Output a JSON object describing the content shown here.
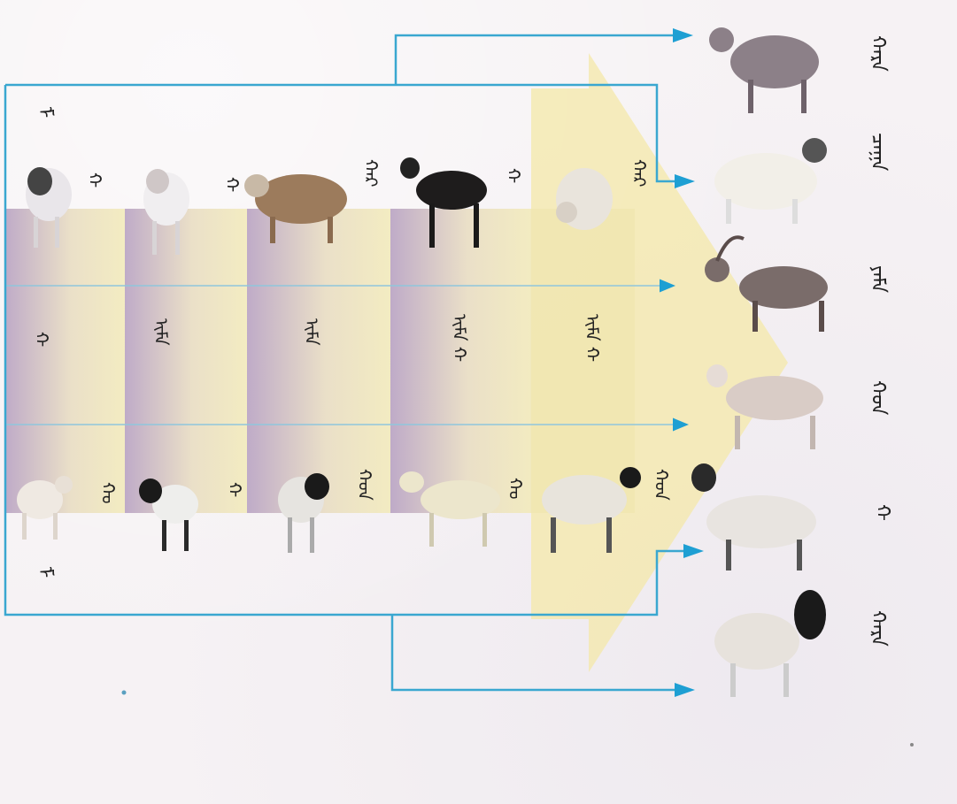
{
  "diagram": {
    "colors": {
      "line": "#3aa7d0",
      "arrow": "#1e9fd3",
      "big_arrow": "#f4e8a8",
      "band_yellow": "#f2eab8",
      "band_purple": "#b9a0c0",
      "page": "#f6f2f4"
    },
    "labels": {
      "left_top_small": "ᠮ",
      "left_bottom_small": "ᠮ",
      "band_mid_1": "ᠬ",
      "band_mid_2": "ᠢᠮᠠ",
      "band_mid_3": "ᠢᠮᠠ",
      "band_mid_4": "ᠢᠮᠠ ᠬ",
      "band_mid_5": "ᠢᠮᠠ ᠬ"
    },
    "goats": [
      {
        "name": "goat-1",
        "label": "ᠬ"
      },
      {
        "name": "goat-2",
        "label": "ᠬ"
      },
      {
        "name": "goat-3",
        "label": "ᠬᠠᠷ"
      },
      {
        "name": "goat-4",
        "label": "ᠬ"
      },
      {
        "name": "goat-5",
        "label": "ᠬᠠᠷ"
      }
    ],
    "sheep": [
      {
        "name": "sheep-1",
        "label": "ᠬᠣ"
      },
      {
        "name": "sheep-2",
        "label": "ᠬ"
      },
      {
        "name": "sheep-3",
        "label": "ᠬᠣᠨ"
      },
      {
        "name": "sheep-4",
        "label": "ᠬᠣ"
      },
      {
        "name": "sheep-5",
        "label": "ᠬᠣᠨ"
      }
    ],
    "outputs": [
      {
        "kind": "goat",
        "label": "ᠬᠠᠷᠠ"
      },
      {
        "kind": "goat",
        "label": "ᠴᠠᠭᠠ"
      },
      {
        "kind": "goat",
        "label": "ᠶᠠᠮᠠ"
      },
      {
        "kind": "sheep",
        "label": "ᠬᠣᠨ"
      },
      {
        "kind": "sheep",
        "label": "ᠬ"
      },
      {
        "kind": "sheep",
        "label": "ᠬᠠᠷᠠ"
      }
    ]
  }
}
